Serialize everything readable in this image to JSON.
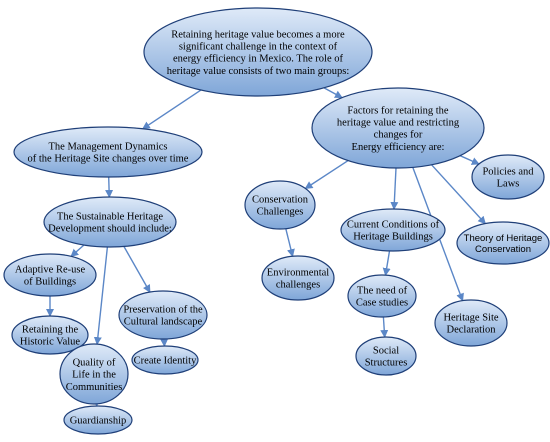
{
  "colors": {
    "fill_top": "#dfeaf8",
    "fill_bottom": "#7fa6d8",
    "stroke": "#1f3f78",
    "arrow": "#5b87c7"
  },
  "nodes": [
    {
      "id": "root",
      "lines": [
        "Retaining heritage value becomes a more",
        "significant challenge in the context of",
        "energy efficiency in Mexico. The role of",
        "heritage value consists of two main groups:"
      ]
    },
    {
      "id": "management",
      "lines": [
        "The Management Dynamics",
        "of the Heritage Site changes over time"
      ]
    },
    {
      "id": "factors",
      "lines": [
        "Factors for retaining the",
        "heritage value and restricting",
        "changes for",
        "Energy efficiency are:"
      ]
    },
    {
      "id": "sustainable",
      "lines": [
        "The Sustainable Heritage",
        "Development should include:"
      ]
    },
    {
      "id": "adaptive",
      "lines": [
        "Adaptive Re-use",
        "of Buildings"
      ]
    },
    {
      "id": "retaining",
      "lines": [
        "Retaining the",
        "Historic Value"
      ]
    },
    {
      "id": "quality",
      "lines": [
        "Quality of",
        "Life in the",
        "Communities"
      ]
    },
    {
      "id": "guardianship",
      "lines": [
        "Guardianship"
      ]
    },
    {
      "id": "preservation",
      "lines": [
        "Preservation of the",
        "Cultural landscape"
      ]
    },
    {
      "id": "identity",
      "lines": [
        "Create Identity"
      ]
    },
    {
      "id": "conservation",
      "lines": [
        "Conservation",
        "Challenges"
      ]
    },
    {
      "id": "environmental",
      "lines": [
        "Environmental",
        "challenges"
      ]
    },
    {
      "id": "current",
      "lines": [
        "Current Conditions of",
        "Heritage Buildings"
      ]
    },
    {
      "id": "need",
      "lines": [
        "The need of",
        "Case studies"
      ]
    },
    {
      "id": "social",
      "lines": [
        "Social",
        "Structures"
      ]
    },
    {
      "id": "declaration",
      "lines": [
        "Heritage Site",
        "Declaration"
      ]
    },
    {
      "id": "theory",
      "lines": [
        "Theory of Heritage",
        "Conservation"
      ]
    },
    {
      "id": "policies",
      "lines": [
        "Policies and",
        "Laws"
      ]
    }
  ],
  "edges": [
    [
      "root",
      "management"
    ],
    [
      "root",
      "factors"
    ],
    [
      "management",
      "sustainable"
    ],
    [
      "sustainable",
      "adaptive"
    ],
    [
      "sustainable",
      "quality"
    ],
    [
      "sustainable",
      "preservation"
    ],
    [
      "adaptive",
      "retaining"
    ],
    [
      "quality",
      "guardianship"
    ],
    [
      "preservation",
      "identity"
    ],
    [
      "factors",
      "conservation"
    ],
    [
      "factors",
      "current"
    ],
    [
      "factors",
      "declaration"
    ],
    [
      "factors",
      "theory"
    ],
    [
      "factors",
      "policies"
    ],
    [
      "conservation",
      "environmental"
    ],
    [
      "current",
      "need"
    ],
    [
      "need",
      "social"
    ]
  ]
}
